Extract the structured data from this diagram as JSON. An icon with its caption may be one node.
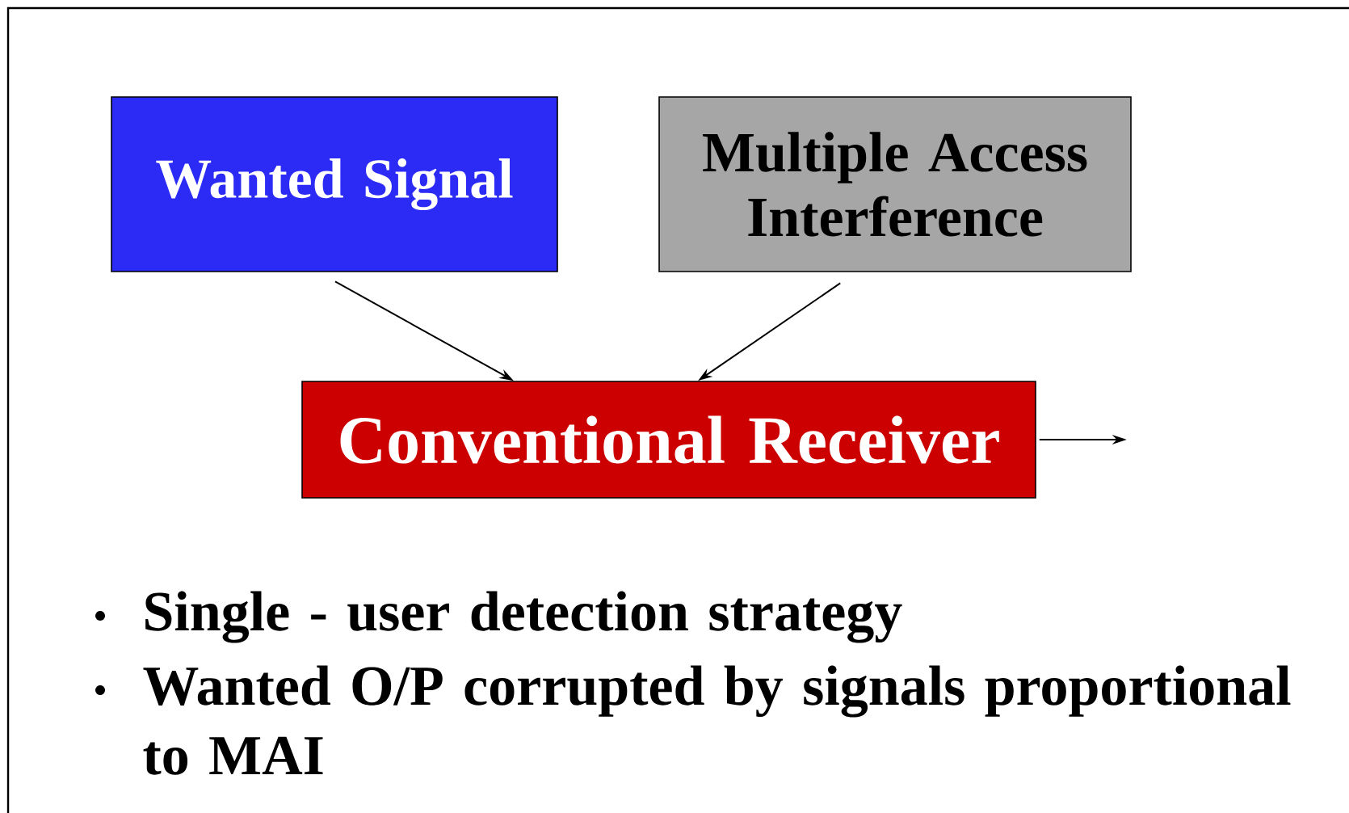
{
  "diagram": {
    "nodes": [
      {
        "text": [
          "Wanted Signal"
        ]
      },
      {
        "text": [
          "Multiple Access Interference"
        ]
      },
      {
        "text": [
          "Conventional Receiver"
        ]
      }
    ],
    "edges": [
      {
        "from": 0,
        "to": 2,
        "arrow": "to"
      },
      {
        "from": 1,
        "to": 2,
        "arrow": "to"
      },
      {
        "from": 2,
        "to": null,
        "arrow": "to"
      }
    ],
    "labels": [
      "Single - user detection strategy",
      "Wanted O/P corrupted by signals proportional to MAI"
    ]
  }
}
